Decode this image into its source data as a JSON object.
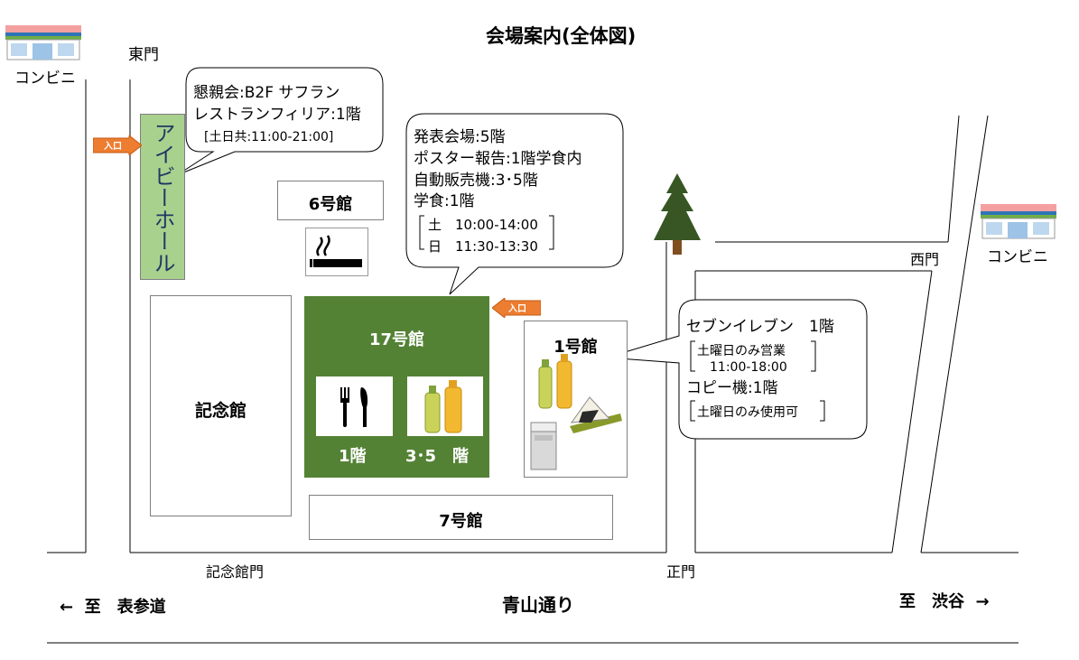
{
  "title": "会場案内(全体図)",
  "gates": {
    "east": "東門",
    "west": "西門",
    "kinenkan": "記念館門",
    "main": "正門"
  },
  "convenience": {
    "left": "コンビニ",
    "right": "コンビニ"
  },
  "entrance_label": "入口",
  "buildings": {
    "ivy_hall": "アイビーホール",
    "b6": "6号館",
    "b17": "17号館",
    "b17_floor_left": "1階",
    "b17_floor_right": "3･5　階",
    "b1": "1号館",
    "kinenkan": "記念館",
    "b7": "7号館"
  },
  "callouts": {
    "ivy": {
      "line1": "懇親会:B2F サフラン",
      "line2": "レストランフィリア:1階",
      "line3": "[土日共:11:00-21:00]"
    },
    "b17": {
      "line1": "発表会場:5階",
      "line2": "ポスター報告:1階学食内",
      "line3": "自動販売機:3･5階",
      "line4": "学食:1階",
      "hours_sat": "土　10:00-14:00",
      "hours_sun": "日　11:30-13:30"
    },
    "b1": {
      "line1": "セブンイレブン　1階",
      "line2": "土曜日のみ営業",
      "line3": "11:00-18:00",
      "line4": "コピー機:1階",
      "line5": "土曜日のみ使用可"
    }
  },
  "roads": {
    "main_street": "青山通り",
    "to_left": "至　表参道",
    "to_right": "至　渋谷"
  },
  "colors": {
    "ivy_green": "#a9d18e",
    "b17_green": "#548235",
    "entrance_orange": "#ed7d31",
    "tree_green": "#375623"
  }
}
